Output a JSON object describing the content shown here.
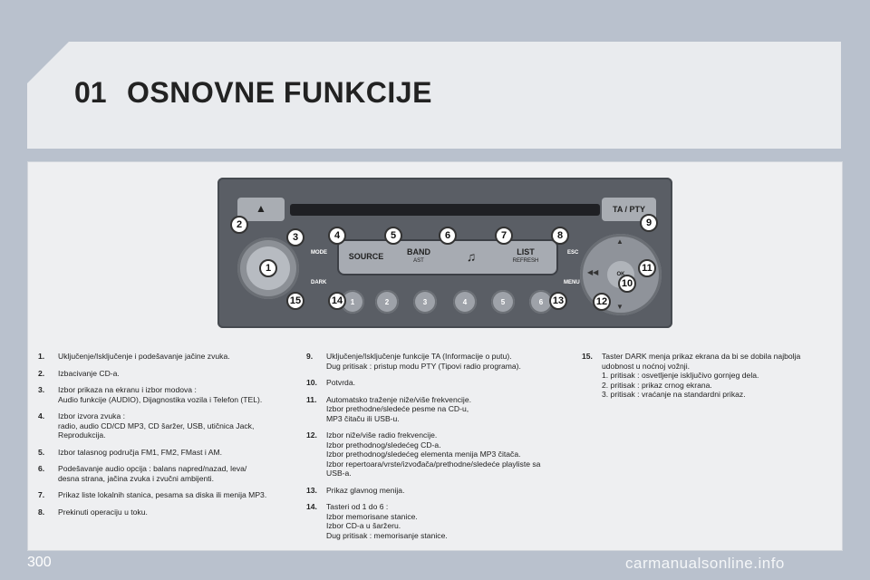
{
  "header": {
    "chapter_number": "01",
    "chapter_title": "OSNOVNE FUNKCIJE"
  },
  "radio": {
    "ta_pty_label": "TA / PTY",
    "mode_label": "MODE",
    "dark_label": "DARK",
    "esc_label": "ESC",
    "menu_label": "MENU",
    "ok_label": "OK",
    "eject_symbol": "▲",
    "buttons": {
      "source": "SOURCE",
      "band": "BAND",
      "band_sub": "AST",
      "music_symbol": "♫",
      "list": "LIST",
      "list_sub": "REFRESH"
    },
    "presets": [
      "1",
      "2",
      "3",
      "4",
      "5",
      "6"
    ],
    "callouts": [
      "1",
      "2",
      "3",
      "4",
      "5",
      "6",
      "7",
      "8",
      "9",
      "10",
      "11",
      "12",
      "13",
      "14",
      "15"
    ]
  },
  "items": [
    {
      "num": "1.",
      "text": "Uključenje/Isključenje i podešavanje jačine zvuka."
    },
    {
      "num": "2.",
      "text": "Izbacivanje CD-a."
    },
    {
      "num": "3.",
      "text": "Izbor prikaza na ekranu i izbor modova :\nAudio funkcije (AUDIO), Dijagnostika vozila i Telefon (TEL)."
    },
    {
      "num": "4.",
      "text": "Izbor izvora zvuka :\nradio, audio CD/CD MP3, CD šaržer, USB, utičnica Jack,\nReprodukcija."
    },
    {
      "num": "5.",
      "text": "Izbor talasnog područja FM1, FM2, FMast i AM."
    },
    {
      "num": "6.",
      "text": "Podešavanje audio opcija : balans napred/nazad, leva/\ndesna strana, jačina zvuka i zvučni ambijenti."
    },
    {
      "num": "7.",
      "text": "Prikaz liste lokalnih stanica, pesama sa diska ili menija MP3."
    },
    {
      "num": "8.",
      "text": "Prekinuti operaciju u toku."
    },
    {
      "num": "9.",
      "text": "Uključenje/Isključenje funkcije TA (Informacije o putu).\nDug pritisak : pristup modu PTY (Tipovi radio programa)."
    },
    {
      "num": "10.",
      "text": "Potvrda."
    },
    {
      "num": "11.",
      "text": "Automatsko traženje niže/više frekvencije.\nIzbor prethodne/sledeće pesme na CD-u,\nMP3 čitaču ili USB-u."
    },
    {
      "num": "12.",
      "text": "Izbor niže/više radio frekvencije.\nIzbor prethodnog/sledećeg CD-a.\nIzbor prethodnog/sledećeg elementa menija MP3 čitača.\nIzbor repertoara/vrste/izvođača/prethodne/sledeće playliste sa\nUSB-a."
    },
    {
      "num": "13.",
      "text": "Prikaz glavnog menija."
    },
    {
      "num": "14.",
      "text": "Tasteri od 1 do 6 :\nIzbor memorisane stanice.\nIzbor CD-a u šaržeru.\nDug pritisak : memorisanje stanice."
    },
    {
      "num": "15.",
      "text": "Taster DARK menja prikaz ekrana da bi se dobila najbolja\nudobnost u noćnoj vožnji.\n1. pritisak : osvetljenje isključivo gornjeg dela.\n2. pritisak : prikaz crnog ekrana.\n3. pritisak : vraćanje na standardni prikaz."
    }
  ],
  "footer": {
    "page_number": "300",
    "watermark": "carmanualsonline.info"
  }
}
